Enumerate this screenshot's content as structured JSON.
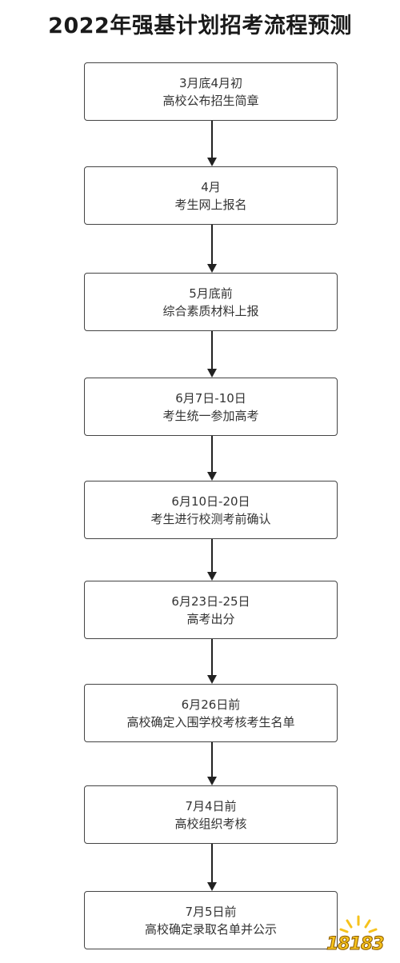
{
  "title": "2022年强基计划招考流程预测",
  "steps": [
    {
      "date": "3月底4月初",
      "desc": "高校公布招生简章"
    },
    {
      "date": "4月",
      "desc": "考生网上报名"
    },
    {
      "date": "5月底前",
      "desc": "综合素质材料上报"
    },
    {
      "date": "6月7日-10日",
      "desc": "考生统一参加高考"
    },
    {
      "date": "6月10日-20日",
      "desc": "考生进行校测考前确认"
    },
    {
      "date": "6月23日-25日",
      "desc": "高考出分"
    },
    {
      "date": "6月26日前",
      "desc": "高校确定入围学校考核考生名单"
    },
    {
      "date": "7月4日前",
      "desc": "高校组织考核"
    },
    {
      "date": "7月5日前",
      "desc": "高校确定录取名单并公示"
    }
  ],
  "watermark": {
    "text": "18183",
    "color": "#f6c21c"
  }
}
